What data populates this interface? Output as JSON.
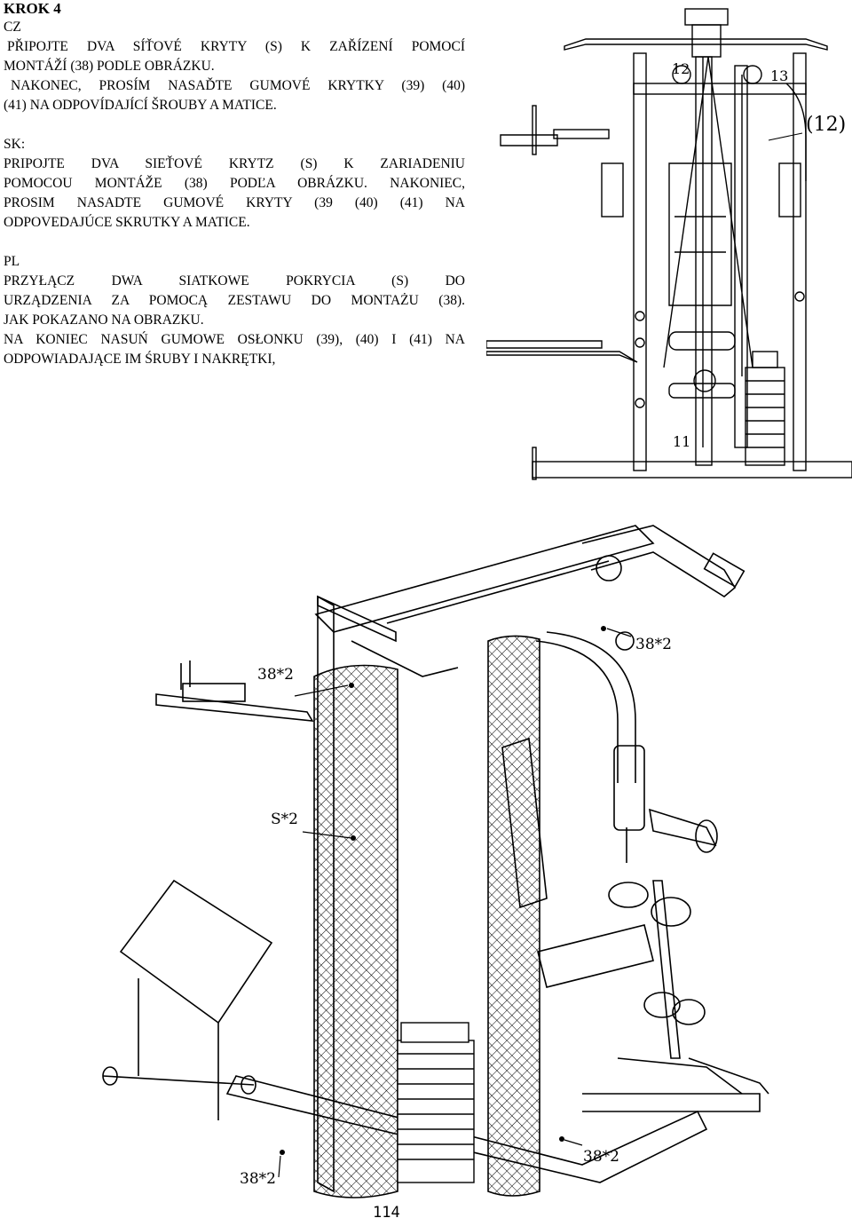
{
  "heading": "KROK 4",
  "cz": {
    "lang": "CZ",
    "lines": [
      "PŘIPOJTE DVA SÍŤOVÉ KRYTY (S) K ZAŘÍZENÍ POMOCÍ",
      "MONTÁŽÍ (38) PODLE OBRÁZKU.",
      "NAKONEC, PROSÍM NASAĎTE GUMOVÉ KRYTKY (39) (40)",
      "(41) NA ODPOVÍDAJÍCÍ ŠROUBY A MATICE."
    ]
  },
  "sk": {
    "lang": "SK:",
    "lines": [
      "PRIPOJTE DVA SIEŤOVÉ KRYTZ (S) K ZARIADENIU",
      "POMOCOU MONTÁŽE (38) PODĽA OBRÁZKU. NAKONIEC,",
      "PROSIM NASADTE GUMOVÉ KRYTY (39 (40) (41) NA",
      "ODPOVEDAJÚCE SKRUTKY A MATICE."
    ]
  },
  "pl": {
    "lang": "PL",
    "lines": [
      "PRZYŁĄCZ DWA SIATKOWE POKRYCIA (S) DO",
      "URZĄDZENIA ZA POMOCĄ ZESTAWU DO MONTAŻU (38).",
      "JAK POKAZANO NA OBRAZKU.",
      "NA KONIEC NASUŃ GUMOWE OSŁONKU (39), (40) I (41) NA",
      "ODPOWIADAJĄCE IM ŚRUBY I NAKRĘTKI,"
    ]
  },
  "top_figure": {
    "label_12": "12",
    "label_13": "13",
    "label_12_paren": "(12)",
    "label_11": "11"
  },
  "main_figure": {
    "callout_top_right": "38*2",
    "callout_top_left": "38*2",
    "callout_s": "S*2",
    "callout_bottom_right": "38*2",
    "callout_bottom_left": "38*2"
  },
  "page_number": "114"
}
